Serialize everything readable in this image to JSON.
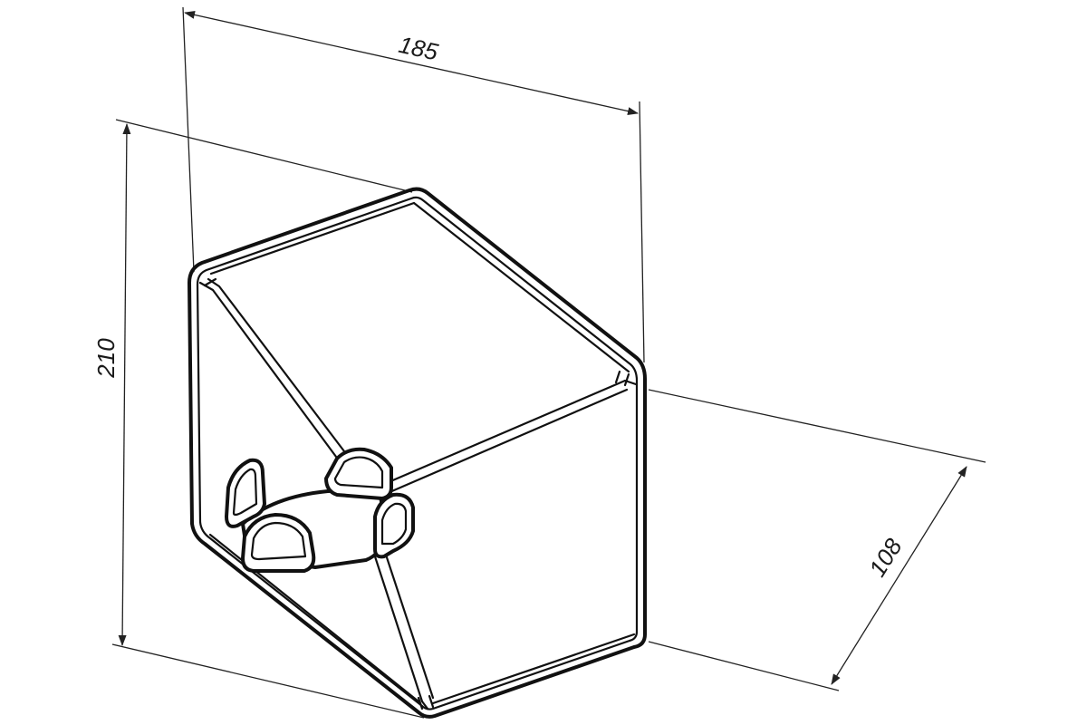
{
  "drawing": {
    "dimensions": {
      "width": "185",
      "height": "210",
      "depth": "108"
    },
    "colors": {
      "line": "#111111",
      "background": "#ffffff"
    }
  }
}
